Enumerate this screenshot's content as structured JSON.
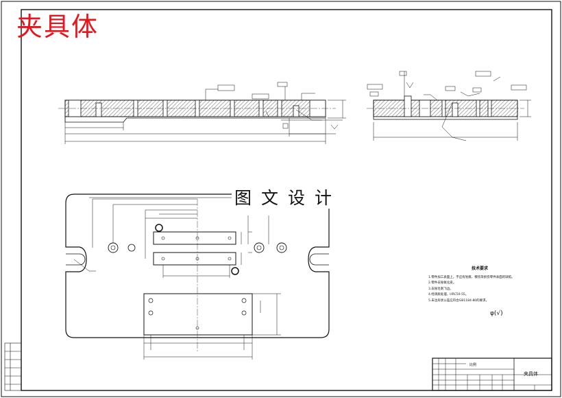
{
  "drawing": {
    "title": "夹具体",
    "watermark": "图文设计",
    "notes": {
      "header": "技术要求",
      "lines": [
        "1.零件加工表面上，不应有划痕、擦伤等损伤零件表面的缺陷。",
        "2.零件去除氧化皮。",
        "3.去除毛刺飞边。",
        "4.经调质处理，HRC50-55。",
        "5.未注形状公差应符合GB1184-80的要求。"
      ]
    },
    "surface_symbol": "φ(√)",
    "title_block": {
      "drawing_name": "夹具体",
      "plan_label": "比例"
    }
  },
  "colors": {
    "title": "#e8141b",
    "line": "#111111",
    "hatch": "#333333"
  }
}
